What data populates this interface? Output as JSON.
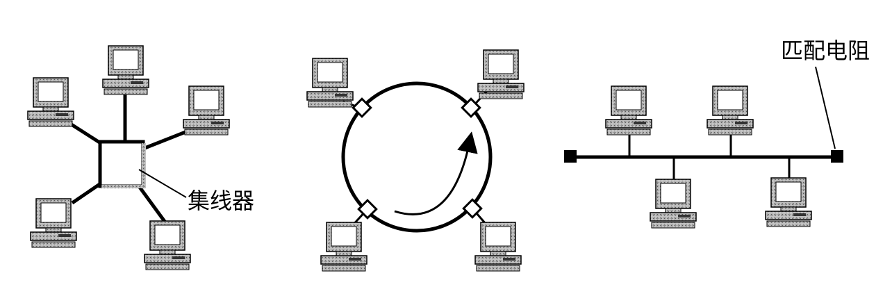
{
  "labels": {
    "hub": "集线器",
    "terminator": "匹配电阻"
  },
  "colors": {
    "line": "#000000",
    "background": "#ffffff",
    "computer_fill": "#b8b8b8",
    "screen_fill": "#ffffff"
  },
  "icons": {
    "computer": "computer-icon",
    "hub": "hub-icon",
    "connector": "ring-connector-icon",
    "terminator": "terminator-icon",
    "direction": "direction-arrow-icon"
  },
  "diagrams": [
    {
      "topology": "star",
      "computers": 5
    },
    {
      "topology": "ring",
      "computers": 4
    },
    {
      "topology": "bus",
      "computers": 4
    }
  ]
}
